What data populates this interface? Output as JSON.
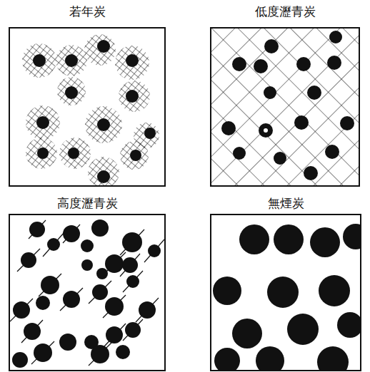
{
  "diagram": {
    "nodes": [
      {
        "text": [
          "若年炭"
        ]
      },
      {
        "text": [
          "低度瀝青炭"
        ]
      },
      {
        "text": [
          "高度瀝青炭"
        ]
      },
      {
        "text": [
          "無煙炭"
        ]
      }
    ]
  }
}
